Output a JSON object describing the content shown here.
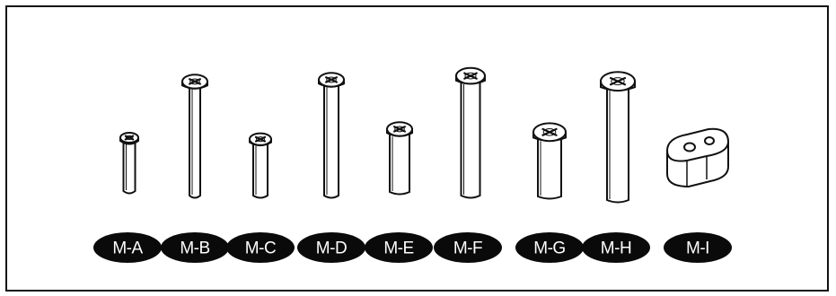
{
  "figure": {
    "parts": [
      {
        "id": "a",
        "label": "M-A",
        "kind": "screw"
      },
      {
        "id": "b",
        "label": "M-B",
        "kind": "screw"
      },
      {
        "id": "c",
        "label": "M-C",
        "kind": "screw"
      },
      {
        "id": "d",
        "label": "M-D",
        "kind": "screw"
      },
      {
        "id": "e",
        "label": "M-E",
        "kind": "screw"
      },
      {
        "id": "f",
        "label": "M-F",
        "kind": "screw"
      },
      {
        "id": "g",
        "label": "M-G",
        "kind": "screw"
      },
      {
        "id": "h",
        "label": "M-H",
        "kind": "screw"
      },
      {
        "id": "i",
        "label": "M-I",
        "kind": "spacer"
      }
    ]
  },
  "colors": {
    "line": "#111111",
    "label_fill": "#0a0a0a",
    "label_text": "#ffffff",
    "background": "#ffffff"
  }
}
